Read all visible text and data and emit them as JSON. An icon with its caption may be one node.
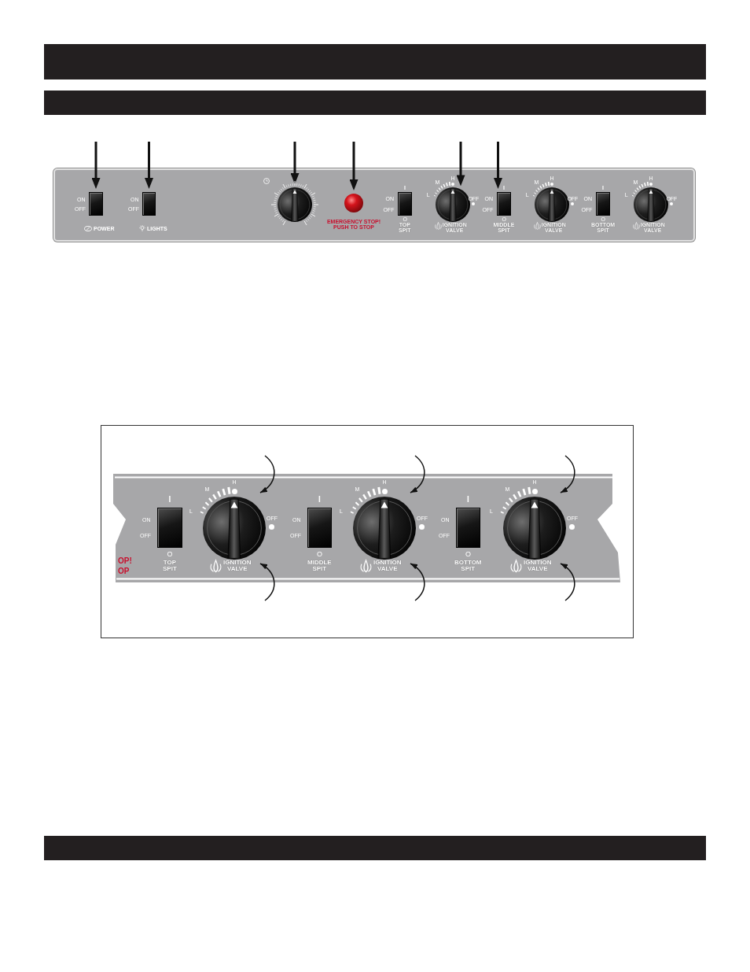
{
  "diagram": {
    "nodes": [
      {
        "text": [],
        "shape": "bar"
      },
      {
        "text": [],
        "shape": "bar"
      },
      {
        "text": [],
        "shape": "box",
        "beside": [
          "ON",
          "OFF",
          "POWER"
        ]
      },
      {
        "text": [],
        "shape": "box",
        "beside": [
          "ON",
          "OFF",
          "LIGHTS"
        ]
      },
      {
        "text": [],
        "shape": "circle"
      },
      {
        "text": [],
        "shape": "circle",
        "beside": [
          "EMERGENCY STOP! PUSH TO STOP"
        ]
      },
      {
        "text": [],
        "shape": "box",
        "beside": [
          "I",
          "ON",
          "OFF",
          "O",
          "TOP SPIT"
        ]
      },
      {
        "text": [],
        "shape": "circle",
        "beside": [
          "L",
          "M",
          "H",
          "OFF",
          "IGNITION VALVE"
        ]
      },
      {
        "text": [],
        "shape": "box",
        "beside": [
          "I",
          "ON",
          "OFF",
          "O",
          "MIDDLE SPIT"
        ]
      },
      {
        "text": [],
        "shape": "circle",
        "beside": [
          "L",
          "M",
          "H",
          "OFF",
          "IGNITION VALVE"
        ]
      },
      {
        "text": [],
        "shape": "box",
        "beside": [
          "I",
          "ON",
          "OFF",
          "O",
          "BOTTOM SPIT"
        ]
      },
      {
        "text": [],
        "shape": "circle",
        "beside": [
          "L",
          "M",
          "H",
          "OFF",
          "IGNITION VALVE"
        ]
      },
      {
        "text": [],
        "shape": "box",
        "beside": [
          "I",
          "ON",
          "OFF",
          "O",
          "TOP SPIT"
        ]
      },
      {
        "text": [],
        "shape": "circle",
        "beside": [
          "L",
          "M",
          "H",
          "OFF",
          "IGNITION VALVE"
        ]
      },
      {
        "text": [],
        "shape": "box",
        "beside": [
          "I",
          "ON",
          "OFF",
          "O",
          "MIDDLE SPIT"
        ]
      },
      {
        "text": [],
        "shape": "circle",
        "beside": [
          "L",
          "M",
          "H",
          "OFF",
          "IGNITION VALVE"
        ]
      },
      {
        "text": [],
        "shape": "box",
        "beside": [
          "I",
          "ON",
          "OFF",
          "O",
          "BOTTOM SPIT"
        ]
      },
      {
        "text": [],
        "shape": "circle",
        "beside": [
          "L",
          "M",
          "H",
          "OFF",
          "IGNITION VALVE"
        ]
      },
      {
        "text": [],
        "shape": "bar"
      }
    ],
    "edges": [
      {
        "from": null,
        "to": 2,
        "arrow": "to"
      },
      {
        "from": null,
        "to": 3,
        "arrow": "to"
      },
      {
        "from": null,
        "to": 4,
        "arrow": "to"
      },
      {
        "from": null,
        "to": 5,
        "arrow": "to"
      },
      {
        "from": null,
        "to": 7,
        "arrow": "to"
      },
      {
        "from": null,
        "to": 8,
        "arrow": "to"
      }
    ],
    "labels": [
      "OP!",
      "OP"
    ]
  }
}
